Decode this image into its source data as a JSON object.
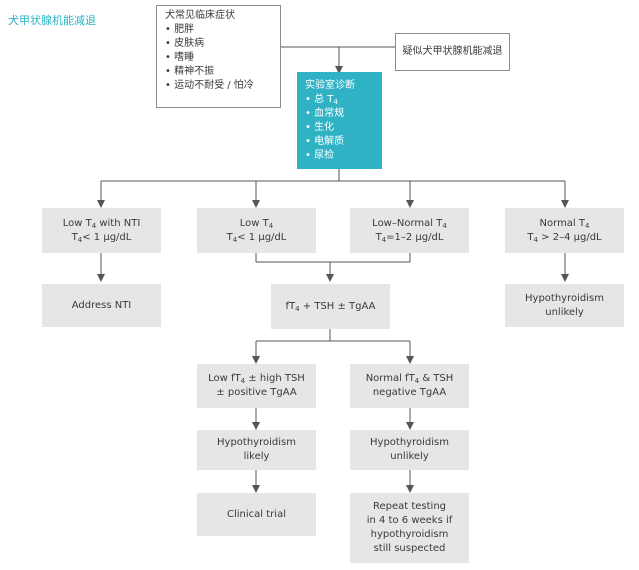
{
  "title": "犬甲状腺机能减退",
  "symptoms": {
    "heading": "犬常见临床症状",
    "items": [
      "肥胖",
      "皮肤病",
      "嗜睡",
      "精神不振",
      "运动不耐受 / 怕冷"
    ]
  },
  "suspected": "疑似犬甲状腺机能减退",
  "lab": {
    "heading": "实验室诊断",
    "items": [
      "总 T",
      "血常规",
      "生化",
      "电解质",
      "尿检"
    ],
    "t4_sub": "4"
  },
  "level1": [
    {
      "line1": "Low T",
      "line1_sub": "4",
      "line1_after": " with NTI",
      "line2_pre": "T",
      "line2_sub": "4",
      "line2_after": "< 1  μg/dL"
    },
    {
      "line1": "Low T",
      "line1_sub": "4",
      "line1_after": "",
      "line2_pre": "T",
      "line2_sub": "4",
      "line2_after": "< 1  μg/dL"
    },
    {
      "line1": "Low–Normal T",
      "line1_sub": "4",
      "line1_after": "",
      "line2_pre": "T",
      "line2_sub": "4",
      "line2_after": "=1–2  μg/dL"
    },
    {
      "line1": "Normal T",
      "line1_sub": "4",
      "line1_after": "",
      "line2_pre": "T",
      "line2_sub": "4",
      "line2_after": " > 2–4  μg/dL"
    }
  ],
  "address_nti": "Address NTI",
  "ft4_test": {
    "pre": "fT",
    "sub": "4",
    "after": " + TSH ± TgAA"
  },
  "hypo_unlikely_right": [
    "Hypothyroidism",
    "unlikely"
  ],
  "level3": [
    {
      "line1_pre": "Low fT",
      "line1_sub": "4",
      "line1_after": " ± high TSH",
      "line2": "± positive TgAA"
    },
    {
      "line1_pre": "Normal fT",
      "line1_sub": "4",
      "line1_after": " & TSH",
      "line2": "negative TgAA"
    }
  ],
  "hypo_likely": [
    "Hypothyroidism",
    "likely"
  ],
  "hypo_unlikely_mid": [
    "Hypothyroidism",
    "unlikely"
  ],
  "clinical_trial": "Clinical trial",
  "repeat_testing": [
    "Repeat testing",
    "in 4 to 6 weeks if",
    "hypothyroidism",
    "still suspected"
  ],
  "colors": {
    "teal": "#2fb2c4",
    "box_gray": "#e6e6e6",
    "line": "#555555",
    "title": "#2bb3c4"
  }
}
